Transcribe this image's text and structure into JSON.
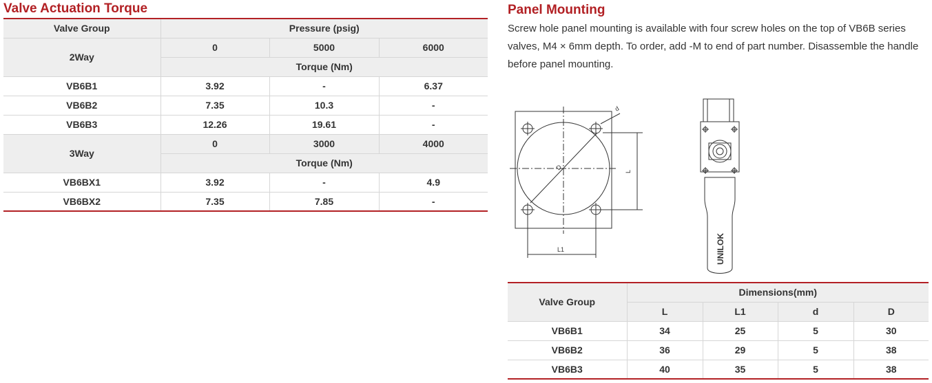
{
  "torque": {
    "title": "Valve Actuation Torque",
    "col_group": "Valve Group",
    "col_pressure": "Pressure (psig)",
    "torque_label": "Torque (Nm)",
    "two_way": {
      "label": "2Way",
      "pressures": [
        "0",
        "5000",
        "6000"
      ],
      "rows": [
        {
          "name": "VB6B1",
          "values": [
            "3.92",
            "-",
            "6.37"
          ]
        },
        {
          "name": "VB6B2",
          "values": [
            "7.35",
            "10.3",
            "-"
          ]
        },
        {
          "name": "VB6B3",
          "values": [
            "12.26",
            "19.61",
            "-"
          ]
        }
      ]
    },
    "three_way": {
      "label": "3Way",
      "pressures": [
        "0",
        "3000",
        "4000"
      ],
      "rows": [
        {
          "name": "VB6BX1",
          "values": [
            "3.92",
            "-",
            "4.9"
          ]
        },
        {
          "name": "VB6BX2",
          "values": [
            "7.35",
            "7.85",
            "-"
          ]
        }
      ]
    }
  },
  "panel": {
    "title": "Panel Mounting",
    "description": "Screw hole panel mounting is available with four screw holes on the top of VB6B series valves, M4 × 6mm depth. To order, add -M to end of part number. Disassemble the handle before panel mounting.",
    "drawing_labels": {
      "d": "d",
      "D": "D",
      "L": "L",
      "L1": "L1",
      "brand": "UNILOK"
    }
  },
  "dimensions": {
    "col_group": "Valve  Group",
    "col_dims": "Dimensions(mm)",
    "headers": [
      "L",
      "L1",
      "d",
      "D"
    ],
    "rows": [
      {
        "name": "VB6B1",
        "values": [
          "34",
          "25",
          "5",
          "30"
        ]
      },
      {
        "name": "VB6B2",
        "values": [
          "36",
          "29",
          "5",
          "38"
        ]
      },
      {
        "name": "VB6B3",
        "values": [
          "40",
          "35",
          "5",
          "38"
        ]
      }
    ]
  },
  "colors": {
    "accent": "#b22024",
    "header_bg": "#eeeeee",
    "text": "#333333"
  }
}
